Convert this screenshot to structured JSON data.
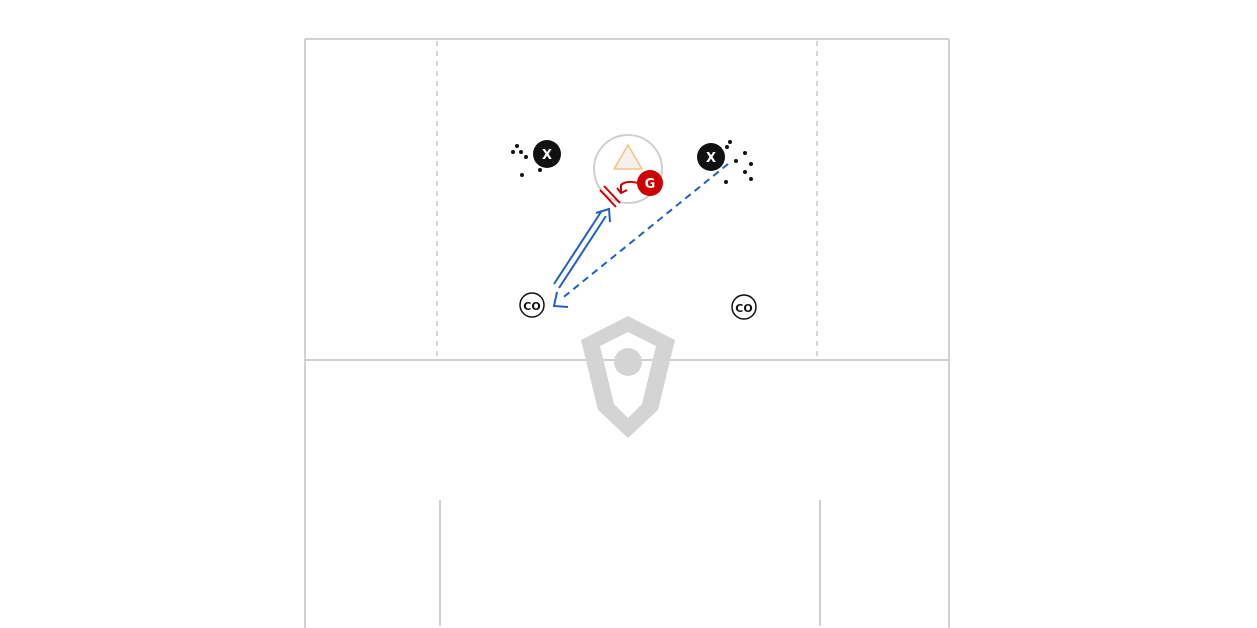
{
  "diagram": {
    "colors": {
      "field_line": "#d0d0d0",
      "dashed_line": "#c8c8c8",
      "attacker": "#111111",
      "goalie": "#cc0000",
      "pass": "#1f5fc8",
      "crease": "#cfcfcf",
      "cone": "#f5c28a",
      "logo": "#d4d4d4"
    },
    "players": [
      {
        "id": "attacker-left",
        "label": "X"
      },
      {
        "id": "attacker-right",
        "label": "X"
      }
    ],
    "goalie": {
      "label": "G"
    },
    "coaches": [
      {
        "id": "coach-left",
        "label": "CO"
      },
      {
        "id": "coach-right",
        "label": "CO"
      }
    ],
    "icons": [
      "lacrosse-logo-icon",
      "goal-cone-icon",
      "ball-icon"
    ]
  }
}
